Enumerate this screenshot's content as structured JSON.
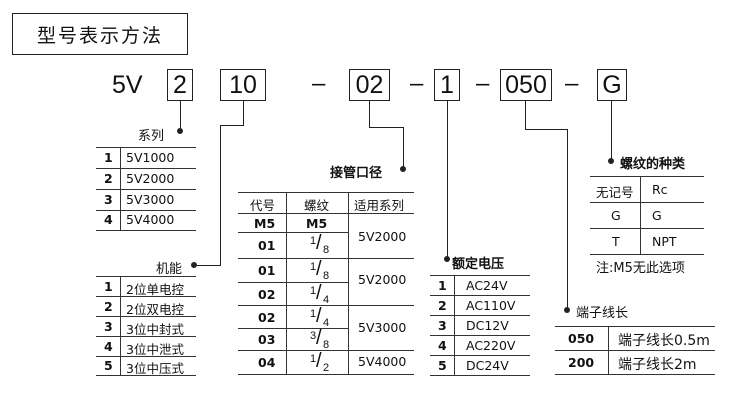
{
  "title": "型号表示方法",
  "model_code": {
    "prefix": "5V",
    "seg1": "2",
    "seg2": "10",
    "seg3": "02",
    "seg4": "1",
    "seg5": "050",
    "seg6": "G",
    "separator": "–"
  },
  "series": {
    "label": "系列",
    "rows": [
      {
        "no": "1",
        "val": "5V1000"
      },
      {
        "no": "2",
        "val": "5V2000"
      },
      {
        "no": "3",
        "val": "5V3000"
      },
      {
        "no": "4",
        "val": "5V4000"
      }
    ]
  },
  "function": {
    "label": "机能",
    "rows": [
      {
        "no": "1",
        "val": "2位单电控"
      },
      {
        "no": "2",
        "val": "2位双电控"
      },
      {
        "no": "3",
        "val": "3位中封式"
      },
      {
        "no": "4",
        "val": "3位中泄式"
      },
      {
        "no": "5",
        "val": "3位中压式"
      }
    ]
  },
  "port": {
    "label": "接管口径",
    "headers": [
      "代号",
      "螺纹",
      "适用系列"
    ],
    "rows": [
      {
        "code": "M5",
        "thread": "M5"
      },
      {
        "code": "01",
        "thread_num": "1",
        "thread_den": "8"
      },
      {
        "code": "01",
        "thread_num": "1",
        "thread_den": "8"
      },
      {
        "code": "02",
        "thread_num": "1",
        "thread_den": "4"
      },
      {
        "code": "02",
        "thread_num": "1",
        "thread_den": "4"
      },
      {
        "code": "03",
        "thread_num": "3",
        "thread_den": "8"
      },
      {
        "code": "04",
        "thread_num": "1",
        "thread_den": "2"
      }
    ],
    "series_groups": [
      "5V2000",
      "5V2000",
      "5V3000",
      "5V4000"
    ]
  },
  "voltage": {
    "label": "额定电压",
    "rows": [
      {
        "no": "1",
        "val": "AC24V"
      },
      {
        "no": "2",
        "val": "AC110V"
      },
      {
        "no": "3",
        "val": "DC12V"
      },
      {
        "no": "4",
        "val": "AC220V"
      },
      {
        "no": "5",
        "val": "DC24V"
      }
    ]
  },
  "wire": {
    "label": "端子线长",
    "rows": [
      {
        "code": "050",
        "val": "端子线长0.5m"
      },
      {
        "code": "200",
        "val": "端子线长2m"
      }
    ]
  },
  "thread_type": {
    "label": "螺纹的种类",
    "rows": [
      {
        "code": "无记号",
        "val": "Rc"
      },
      {
        "code": "G",
        "val": "G"
      },
      {
        "code": "T",
        "val": "NPT"
      }
    ],
    "note": "注:M5无此选项"
  }
}
